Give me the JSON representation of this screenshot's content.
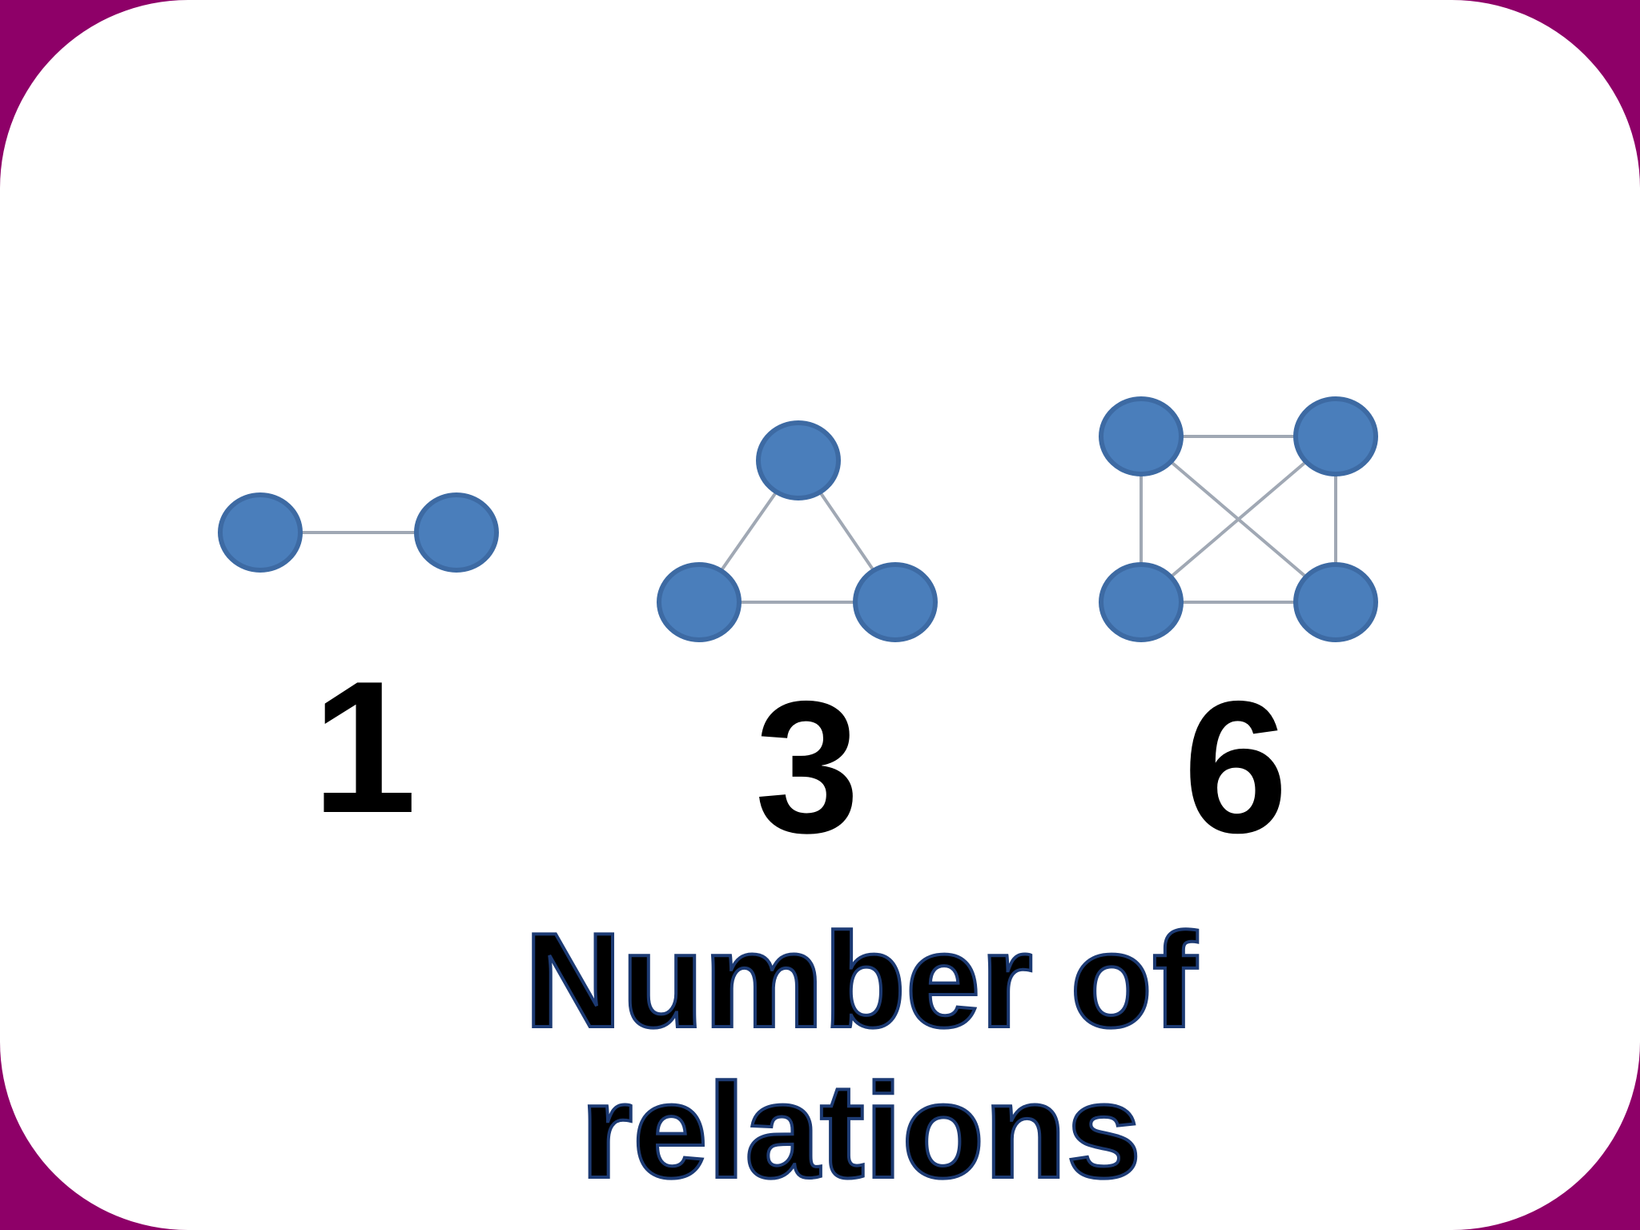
{
  "colors": {
    "frame": "#8e0068",
    "card": "#ffffff",
    "node_fill": "#4a7ebb",
    "node_stroke": "#3d6aa3",
    "edge": "#a0a8b4",
    "text": "#000000"
  },
  "graphs": [
    {
      "nodes": 2,
      "relations_label": "1"
    },
    {
      "nodes": 3,
      "relations_label": "3"
    },
    {
      "nodes": 4,
      "relations_label": "6"
    }
  ],
  "caption": {
    "line1": "Number of",
    "line2": "relations"
  }
}
